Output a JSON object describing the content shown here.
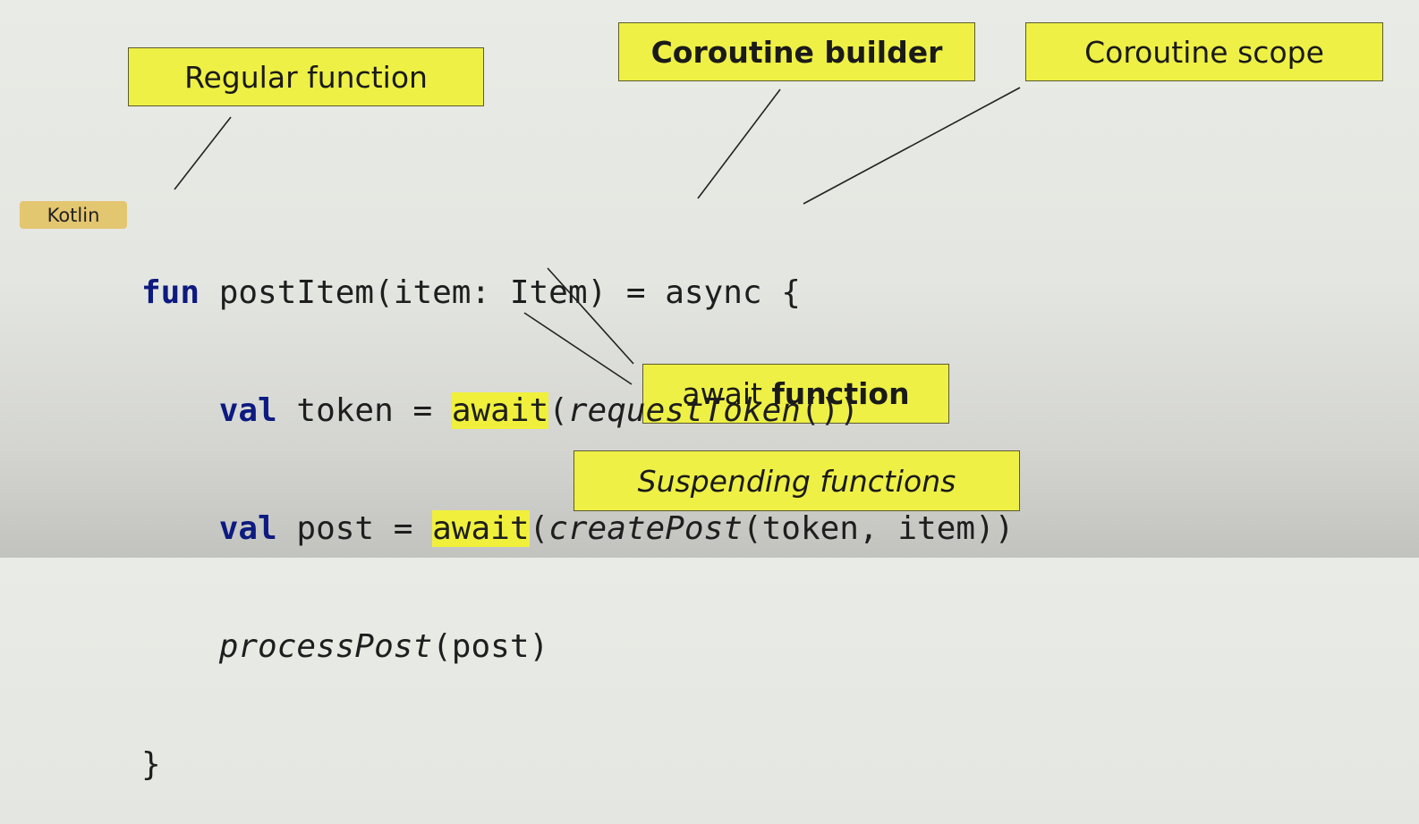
{
  "labels": {
    "regular_function": "Regular function",
    "coroutine_builder": "Coroutine builder",
    "coroutine_scope": "Coroutine scope",
    "await_prefix": "await",
    "await_suffix": "function",
    "suspending_functions": "Suspending functions"
  },
  "language_badge": "Kotlin",
  "code": {
    "line1": {
      "kw": "fun",
      "rest": " postItem(item: Item) = async {"
    },
    "line2": {
      "indent": "    ",
      "kw": "val",
      "mid": " token = ",
      "await": "await",
      "open": "(",
      "call": "requestToken",
      "close": "())"
    },
    "line3": {
      "indent": "    ",
      "kw": "val",
      "mid": " post = ",
      "await": "await",
      "open": "(",
      "call": "createPost",
      "close": "(token, item))"
    },
    "line4": {
      "indent": "    ",
      "call": "processPost",
      "close": "(post)"
    },
    "line5": "}"
  },
  "colors": {
    "label_fill": "#eef046",
    "keyword": "#0d1a80",
    "highlight": "#f0f03c",
    "badge": "#e3c670"
  }
}
